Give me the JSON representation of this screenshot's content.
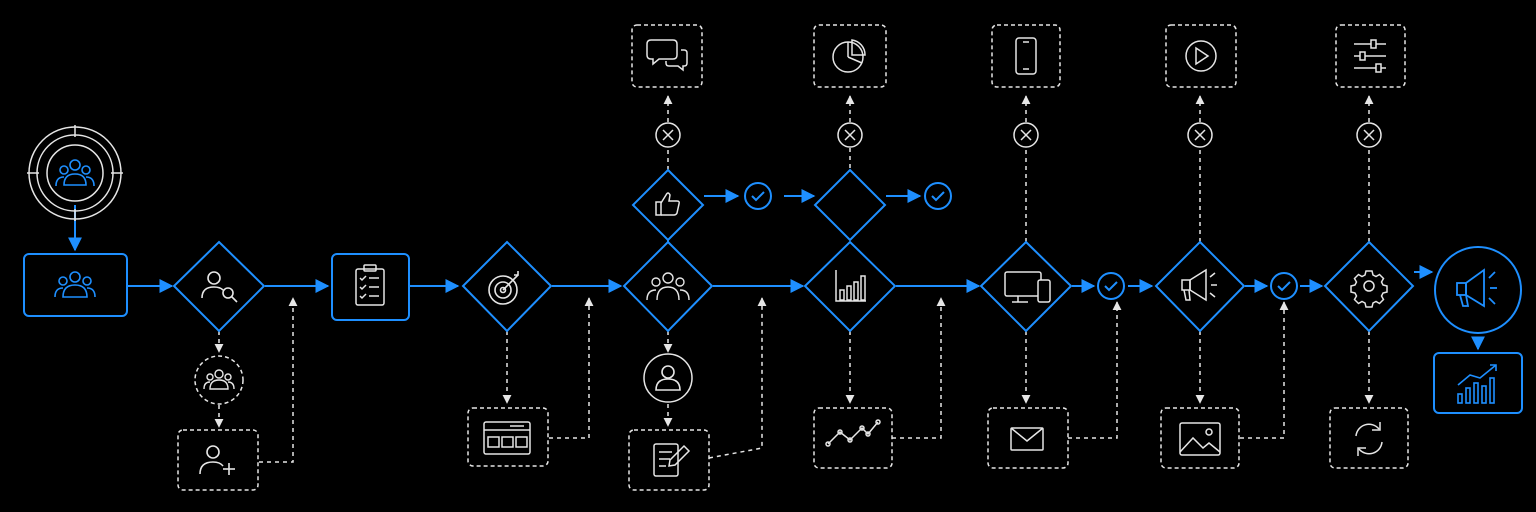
{
  "colors": {
    "background": "#000000",
    "accent": "#1e8fff",
    "neutral": "#e6e6e6"
  },
  "nodes": [
    {
      "name": "audience-target-node",
      "shape": "target-circle",
      "icon": "users-icon"
    },
    {
      "name": "audience-group-node",
      "shape": "rounded-box",
      "icon": "users-icon"
    },
    {
      "name": "user-search-decision",
      "shape": "diamond",
      "icon": "user-search-icon"
    },
    {
      "name": "user-group-circle",
      "shape": "dashed-circle",
      "icon": "users-icon"
    },
    {
      "name": "add-user-box",
      "shape": "dashed-box",
      "icon": "user-plus-icon"
    },
    {
      "name": "checklist-node",
      "shape": "rounded-box",
      "icon": "clipboard-checklist-icon"
    },
    {
      "name": "target-goal-decision",
      "shape": "diamond",
      "icon": "target-icon"
    },
    {
      "name": "dashboard-layout-box",
      "shape": "dashed-box",
      "icon": "layout-icon"
    },
    {
      "name": "team-decision",
      "shape": "diamond",
      "icon": "team-icon"
    },
    {
      "name": "single-user-circle",
      "shape": "dashed-circle",
      "icon": "user-icon"
    },
    {
      "name": "edit-form-box",
      "shape": "dashed-box",
      "icon": "edit-document-icon"
    },
    {
      "name": "thumbs-up-decision",
      "shape": "diamond",
      "icon": "thumbs-up-icon"
    },
    {
      "name": "chat-box",
      "shape": "dashed-box",
      "icon": "chat-bubbles-icon"
    },
    {
      "name": "empty-decision",
      "shape": "diamond",
      "icon": "none"
    },
    {
      "name": "pie-chart-box",
      "shape": "dashed-box",
      "icon": "pie-chart-icon"
    },
    {
      "name": "bar-chart-decision",
      "shape": "diamond",
      "icon": "bar-chart-icon"
    },
    {
      "name": "line-chart-box",
      "shape": "dashed-box",
      "icon": "line-chart-icon"
    },
    {
      "name": "devices-decision",
      "shape": "diamond",
      "icon": "devices-icon"
    },
    {
      "name": "mobile-box",
      "shape": "dashed-box",
      "icon": "mobile-phone-icon"
    },
    {
      "name": "mail-box",
      "shape": "dashed-box",
      "icon": "envelope-icon"
    },
    {
      "name": "megaphone-decision",
      "shape": "diamond",
      "icon": "megaphone-icon"
    },
    {
      "name": "play-box",
      "shape": "dashed-box",
      "icon": "play-icon"
    },
    {
      "name": "image-box",
      "shape": "dashed-box",
      "icon": "image-icon"
    },
    {
      "name": "settings-decision",
      "shape": "diamond",
      "icon": "gear-icon"
    },
    {
      "name": "sliders-box",
      "shape": "dashed-box",
      "icon": "sliders-icon"
    },
    {
      "name": "refresh-box",
      "shape": "dashed-box",
      "icon": "refresh-icon"
    },
    {
      "name": "campaign-circle",
      "shape": "solid-circle",
      "icon": "megaphone-icon"
    },
    {
      "name": "growth-chart-box",
      "shape": "rounded-box",
      "icon": "growth-chart-icon"
    }
  ],
  "markers": {
    "approved": "check-circle-icon",
    "rejected": "cross-circle-icon"
  }
}
